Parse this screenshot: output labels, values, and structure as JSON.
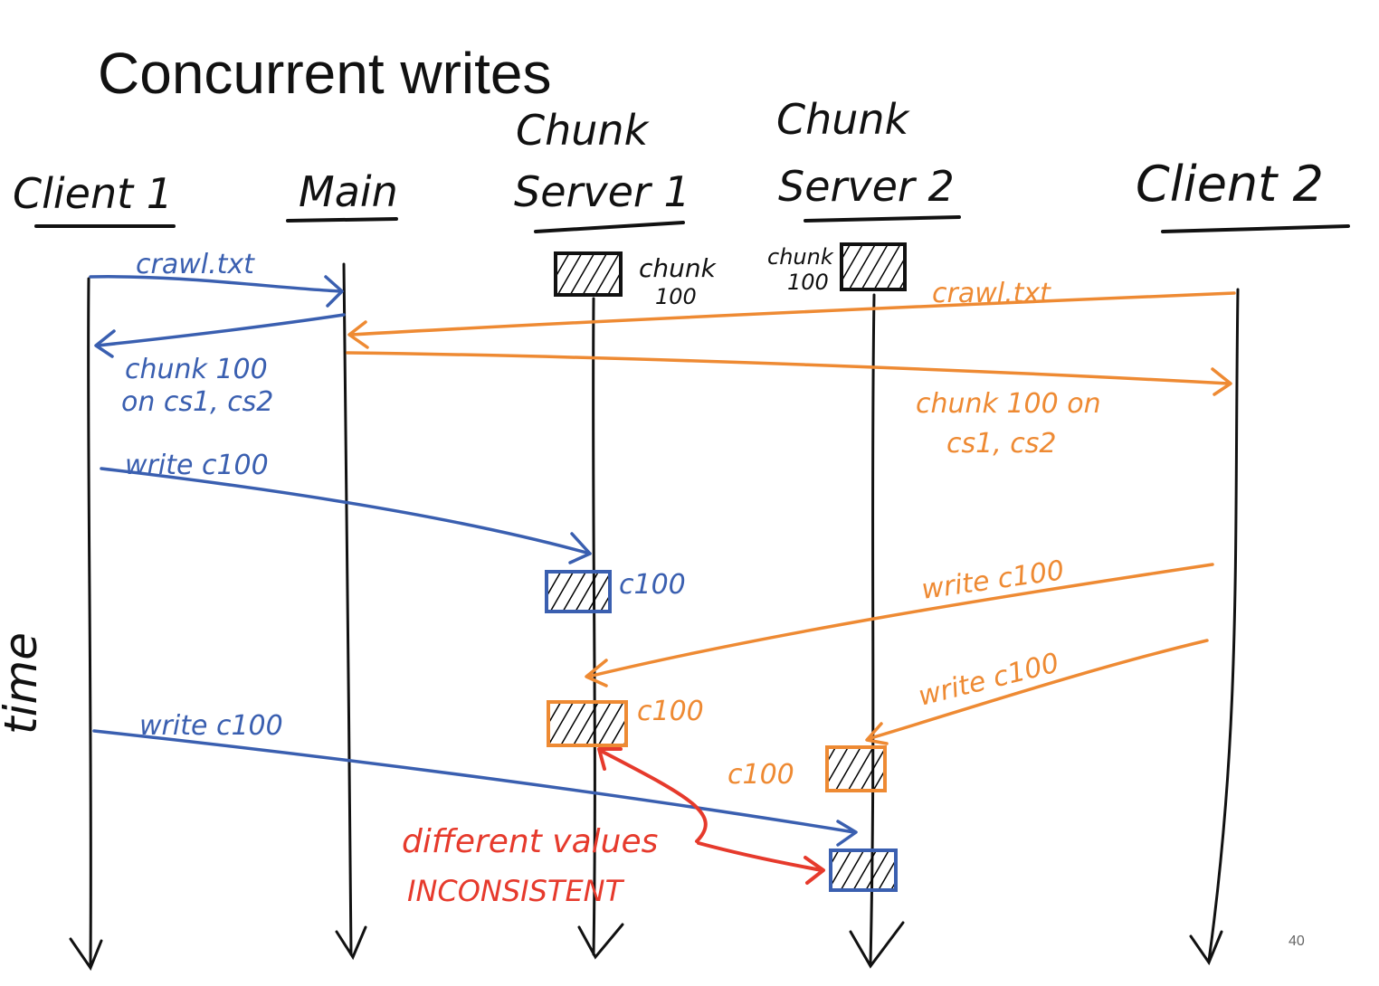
{
  "slide": {
    "title": "Concurrent writes",
    "page_number": "40",
    "time_label": "time"
  },
  "participants": {
    "client1": "Client 1",
    "main": "Main",
    "cs1_line1": "Chunk",
    "cs1_line2": "Server 1",
    "cs2_line1": "Chunk",
    "cs2_line2": "Server 2",
    "client2": "Client 2"
  },
  "messages": {
    "c1_request": "crawl.txt",
    "c1_reply_line1": "chunk 100",
    "c1_reply_line2": "on cs1, cs2",
    "c1_write1": "write c100",
    "c1_write2": "write c100",
    "c2_request": "crawl.txt",
    "c2_reply_line1": "chunk 100 on",
    "c2_reply_line2": "cs1, cs2",
    "c2_write1": "write c100",
    "c2_write2": "write c100"
  },
  "chunks": {
    "cs1_initial_line1": "chunk",
    "cs1_initial_line2": "100",
    "cs2_initial_line1": "chunk",
    "cs2_initial_line2": "100",
    "cs1_after_c1": "c100",
    "cs1_after_c2": "c100",
    "cs2_after_c2": "c100"
  },
  "annotation": {
    "line1": "different values",
    "line2": "INCONSISTENT"
  },
  "colors": {
    "ink": "#111111",
    "client1": "#3a5fb0",
    "client2": "#ee8a33",
    "alert": "#e63a2c"
  }
}
